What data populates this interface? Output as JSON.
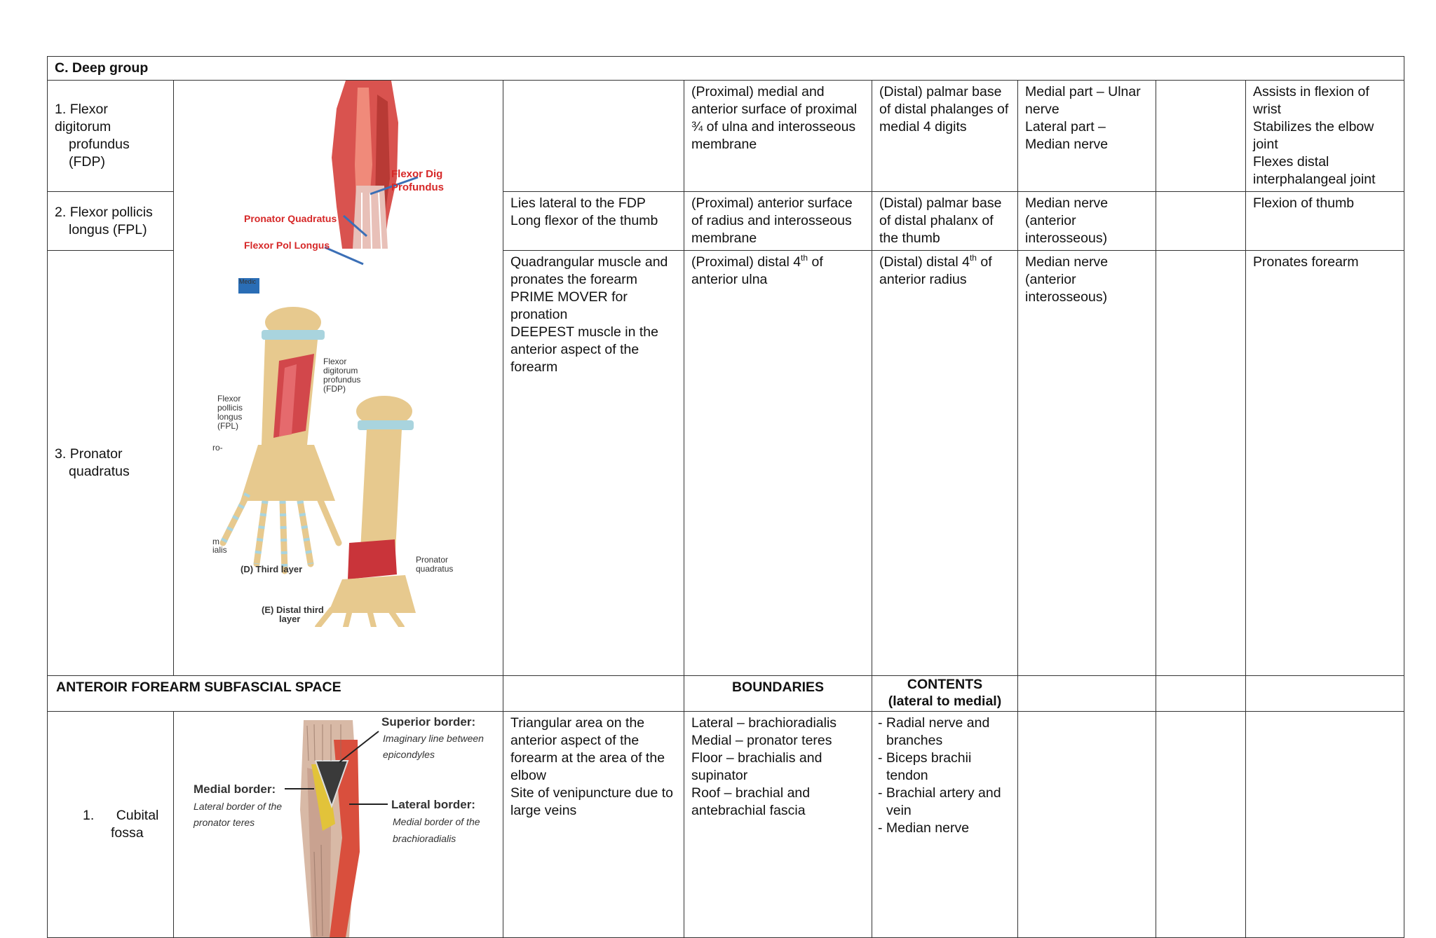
{
  "section_title": "C. Deep group",
  "muscles": [
    {
      "number": "1.",
      "name_line1": "Flexor digitorum",
      "name_line2": "profundus (FDP)",
      "description": [],
      "origin": [
        "(Proximal) medial and anterior surface of proximal ¾ of ulna and interosseous membrane"
      ],
      "insertion": [
        "(Distal) palmar base of distal phalanges of medial 4 digits"
      ],
      "nerve": [
        "Medial part – Ulnar nerve",
        "Lateral part – Median nerve"
      ],
      "action": [
        "Assists in flexion of wrist",
        "Stabilizes the elbow joint",
        "Flexes distal interphalangeal joint"
      ]
    },
    {
      "number": "2.",
      "name_line1": "Flexor pollicis",
      "name_line2": "longus (FPL)",
      "description": [
        "Lies lateral to the FDP",
        "Long flexor of the thumb"
      ],
      "origin": [
        "(Proximal) anterior surface of radius and interosseous membrane"
      ],
      "insertion": [
        "(Distal) palmar base of distal phalanx of the thumb"
      ],
      "nerve": [
        "Median nerve (anterior interosseous)"
      ],
      "action": [
        "Flexion of thumb"
      ]
    },
    {
      "number": "3.",
      "name_line1": "Pronator",
      "name_line2": "quadratus",
      "description": [
        "Quadrangular muscle and pronates the forearm",
        "PRIME MOVER for pronation",
        "DEEPEST muscle in the anterior aspect of the forearm"
      ],
      "origin_pre": "(Proximal) distal 4",
      "origin_sup": "th",
      "origin_post": " of anterior ulna",
      "insertion_pre": "(Distal) distal 4",
      "insertion_sup": "th",
      "insertion_post": " of anterior radius",
      "nerve": [
        "Median nerve (anterior interosseous)"
      ],
      "action": [
        "Pronates forearm"
      ]
    }
  ],
  "figure_top": {
    "label_fdp_1": "Flexor Dig",
    "label_fdp_2": "Profundus",
    "label_pq": "Pronator Quadratus",
    "label_fpl": "Flexor Pol Longus",
    "logo_text": "Medic"
  },
  "figure_layers": {
    "fdp_1": "Flexor",
    "fdp_2": "digitorum",
    "fdp_3": "profundus",
    "fdp_4": "(FDP)",
    "fpl_1": "Flexor",
    "fpl_2": "pollicis",
    "fpl_3": "longus",
    "fpl_4": "(FPL)",
    "cut_1": "ro-",
    "cut_2": "m",
    "cut_3": "ialis",
    "pq_1": "Pronator",
    "pq_2": "quadratus",
    "caption_d": "(D) Third layer",
    "caption_e1": "(E) Distal third",
    "caption_e2": "layer"
  },
  "subfascial": {
    "title": "ANTEROIR FOREARM SUBFASCIAL SPACE",
    "boundaries_header": "BOUNDARIES",
    "contents_header_1": "CONTENTS",
    "contents_header_2": "(lateral to medial)"
  },
  "cubital": {
    "number": "1.",
    "name_line1": "Cubital",
    "name_line2": "fossa",
    "description": [
      "Triangular area on the anterior aspect of the forearm at the area of the elbow",
      "Site of venipuncture due to large veins"
    ],
    "boundaries": [
      "Lateral – brachioradialis",
      "Medial – pronator teres",
      "Floor – brachialis and supinator",
      "Roof – brachial and antebrachial fascia"
    ],
    "contents": [
      "- Radial nerve and branches",
      "- Biceps brachii tendon",
      "- Brachial artery and vein",
      "- Median nerve"
    ],
    "figure": {
      "superior_title": "Superior border:",
      "superior_text_1": "Imaginary line between",
      "superior_text_2": "epicondyles",
      "medial_title": "Medial border:",
      "medial_text_1": "Lateral border of the",
      "medial_text_2": "pronator teres",
      "lateral_title": "Lateral border:",
      "lateral_text_1": "Medial border of the",
      "lateral_text_2": "brachioradialis"
    }
  }
}
